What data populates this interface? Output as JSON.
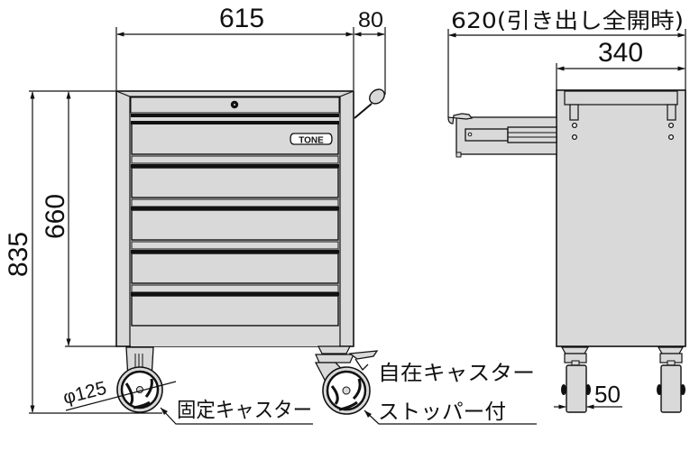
{
  "diagram": {
    "subject": "TONE tool cabinet / roller cabinet dimension drawing",
    "brand_badge": "TONE",
    "colors": {
      "body_fill": "#d9d9d9",
      "line": "#111111",
      "background": "#ffffff"
    },
    "front_view": {
      "width_label": "615",
      "handle_offset_label": "80",
      "body_height_label": "660",
      "total_height_label": "835",
      "wheel_diameter_label": "φ125",
      "drawer_count": 5,
      "fixed_caster_label": "固定キャスター",
      "swivel_caster_label_line1": "自在キャスター",
      "swivel_caster_label_line2": "ストッパー付"
    },
    "side_view": {
      "open_depth_label": "620(引き出し全開時)",
      "depth_label": "340",
      "caster_width_label": "50"
    }
  }
}
